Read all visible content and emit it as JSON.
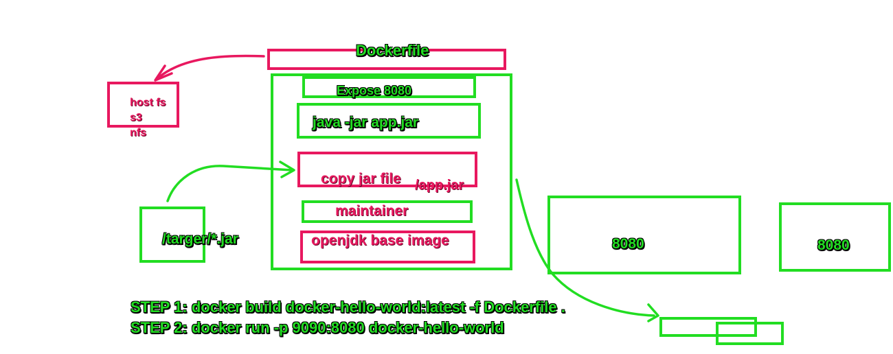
{
  "colors": {
    "green": "#22dd22",
    "pink": "#e8185f",
    "background": "#ffffff"
  },
  "dockerfile": {
    "title": "Dockerfile",
    "layers": {
      "expose": "Expose 8080",
      "cmd": "java -jar app.jar",
      "copy": "copy jar file",
      "copy_target": "/app.jar",
      "maintainer": "maintainer",
      "base": "openjdk base image"
    }
  },
  "host_storage": [
    "host fs",
    "s3",
    "nfs"
  ],
  "source_jar": "/targer/*.jar",
  "container_port": "8080",
  "host_port": "8080",
  "steps": [
    "STEP 1: docker build docker-hello-world:latest -f Dockerfile .",
    "STEP 2: docker run -p 9090:8080 docker-hello-world"
  ]
}
